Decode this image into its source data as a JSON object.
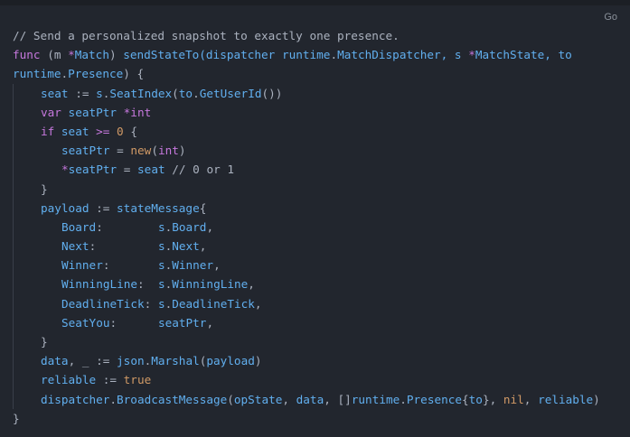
{
  "language_label": "Go",
  "lines": [
    {
      "indent": 0,
      "tokens": [
        [
          "// Send a personalized snapshot to exactly one presence.",
          "c"
        ]
      ]
    },
    {
      "indent": 0,
      "tokens": [
        [
          "func",
          "k"
        ],
        [
          " (m ",
          "p"
        ],
        [
          "*",
          "k"
        ],
        [
          "Match",
          "i"
        ],
        [
          ") ",
          "p"
        ],
        [
          "sendStateTo",
          "i"
        ],
        [
          "(dispatcher ",
          "i"
        ],
        [
          "runtime",
          "i"
        ],
        [
          ".",
          "p"
        ],
        [
          "MatchDispatcher",
          "i"
        ],
        [
          ", s ",
          "i"
        ],
        [
          "*",
          "k"
        ],
        [
          "MatchState",
          "i"
        ],
        [
          ", to",
          "i"
        ]
      ]
    },
    {
      "indent": 0,
      "tokens": [
        [
          "runtime",
          "i"
        ],
        [
          ".",
          "p"
        ],
        [
          "Presence",
          "i"
        ],
        [
          ") {",
          "p"
        ]
      ]
    },
    {
      "indent": 1,
      "tokens": [
        [
          "seat",
          "i"
        ],
        [
          " := ",
          "p"
        ],
        [
          "s",
          "i"
        ],
        [
          ".",
          "p"
        ],
        [
          "SeatIndex",
          "i"
        ],
        [
          "(",
          "p"
        ],
        [
          "to",
          "i"
        ],
        [
          ".",
          "p"
        ],
        [
          "GetUserId",
          "i"
        ],
        [
          "())",
          "p"
        ]
      ]
    },
    {
      "indent": 1,
      "tokens": [
        [
          "var",
          "k"
        ],
        [
          " seatPtr ",
          "i"
        ],
        [
          "*int",
          "k"
        ]
      ]
    },
    {
      "indent": 1,
      "tokens": [
        [
          "if",
          "k"
        ],
        [
          " seat ",
          "i"
        ],
        [
          ">=",
          "k"
        ],
        [
          " ",
          "p"
        ],
        [
          "0",
          "n"
        ],
        [
          " {",
          "p"
        ]
      ]
    },
    {
      "indent": 2,
      "tokens": [
        [
          "seatPtr",
          "i"
        ],
        [
          " = ",
          "p"
        ],
        [
          "new",
          "n"
        ],
        [
          "(",
          "p"
        ],
        [
          "int",
          "k"
        ],
        [
          ")",
          "p"
        ]
      ]
    },
    {
      "indent": 2,
      "tokens": [
        [
          "*",
          "k"
        ],
        [
          "seatPtr",
          "i"
        ],
        [
          " = ",
          "p"
        ],
        [
          "seat",
          "i"
        ],
        [
          " // 0 or 1",
          "c"
        ]
      ]
    },
    {
      "indent": 1,
      "tokens": [
        [
          "}",
          "p"
        ]
      ]
    },
    {
      "indent": 1,
      "tokens": [
        [
          "payload",
          "i"
        ],
        [
          " := ",
          "p"
        ],
        [
          "stateMessage",
          "i"
        ],
        [
          "{",
          "p"
        ]
      ]
    },
    {
      "indent": 2,
      "tokens": [
        [
          "Board",
          "i"
        ],
        [
          ":        ",
          "p"
        ],
        [
          "s",
          "i"
        ],
        [
          ".",
          "p"
        ],
        [
          "Board",
          "i"
        ],
        [
          ",",
          "p"
        ]
      ]
    },
    {
      "indent": 2,
      "tokens": [
        [
          "Next",
          "i"
        ],
        [
          ":         ",
          "p"
        ],
        [
          "s",
          "i"
        ],
        [
          ".",
          "p"
        ],
        [
          "Next",
          "i"
        ],
        [
          ",",
          "p"
        ]
      ]
    },
    {
      "indent": 2,
      "tokens": [
        [
          "Winner",
          "i"
        ],
        [
          ":       ",
          "p"
        ],
        [
          "s",
          "i"
        ],
        [
          ".",
          "p"
        ],
        [
          "Winner",
          "i"
        ],
        [
          ",",
          "p"
        ]
      ]
    },
    {
      "indent": 2,
      "tokens": [
        [
          "WinningLine",
          "i"
        ],
        [
          ":  ",
          "p"
        ],
        [
          "s",
          "i"
        ],
        [
          ".",
          "p"
        ],
        [
          "WinningLine",
          "i"
        ],
        [
          ",",
          "p"
        ]
      ]
    },
    {
      "indent": 2,
      "tokens": [
        [
          "DeadlineTick",
          "i"
        ],
        [
          ": ",
          "p"
        ],
        [
          "s",
          "i"
        ],
        [
          ".",
          "p"
        ],
        [
          "DeadlineTick",
          "i"
        ],
        [
          ",",
          "p"
        ]
      ]
    },
    {
      "indent": 2,
      "tokens": [
        [
          "SeatYou",
          "i"
        ],
        [
          ":      ",
          "p"
        ],
        [
          "seatPtr",
          "i"
        ],
        [
          ",",
          "p"
        ]
      ]
    },
    {
      "indent": 1,
      "tokens": [
        [
          "}",
          "p"
        ]
      ]
    },
    {
      "indent": 1,
      "tokens": [
        [
          "data",
          "i"
        ],
        [
          ", _ := ",
          "p"
        ],
        [
          "json",
          "i"
        ],
        [
          ".",
          "p"
        ],
        [
          "Marshal",
          "i"
        ],
        [
          "(",
          "p"
        ],
        [
          "payload",
          "i"
        ],
        [
          ")",
          "p"
        ]
      ]
    },
    {
      "indent": 1,
      "tokens": [
        [
          "reliable",
          "i"
        ],
        [
          " := ",
          "p"
        ],
        [
          "true",
          "n"
        ]
      ]
    },
    {
      "indent": 1,
      "tokens": [
        [
          "dispatcher",
          "i"
        ],
        [
          ".",
          "p"
        ],
        [
          "BroadcastMessage",
          "i"
        ],
        [
          "(",
          "p"
        ],
        [
          "opState",
          "i"
        ],
        [
          ", ",
          "p"
        ],
        [
          "data",
          "i"
        ],
        [
          ", []",
          "p"
        ],
        [
          "runtime",
          "i"
        ],
        [
          ".",
          "p"
        ],
        [
          "Presence",
          "i"
        ],
        [
          "{",
          "p"
        ],
        [
          "to",
          "i"
        ],
        [
          "}, ",
          "p"
        ],
        [
          "nil",
          "n"
        ],
        [
          ", ",
          "p"
        ],
        [
          "reliable",
          "i"
        ],
        [
          ")",
          "p"
        ]
      ]
    },
    {
      "indent": 0,
      "tokens": [
        [
          "}",
          "p"
        ]
      ]
    }
  ]
}
